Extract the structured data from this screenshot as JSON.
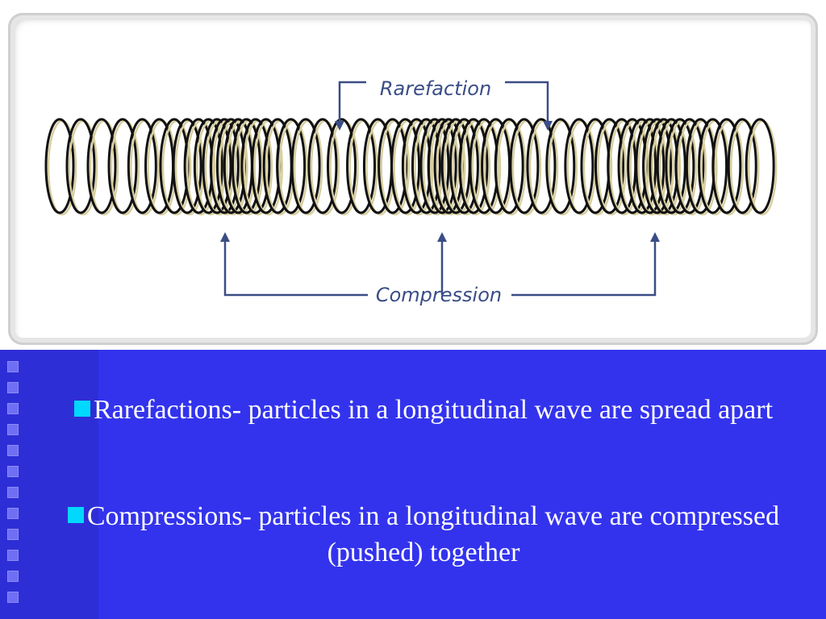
{
  "diagram": {
    "top_label": "Rarefaction",
    "bottom_label": "Compression"
  },
  "bullets": [
    {
      "text": "Rarefactions- particles in a longitudinal wave are spread apart"
    },
    {
      "text": "Compressions- particles in a longitudinal wave are compressed (pushed) together"
    }
  ],
  "colors": {
    "panel_background": "#3333ee",
    "bullet_marker": "#00d8ff",
    "label_color": "#3a4d86"
  }
}
